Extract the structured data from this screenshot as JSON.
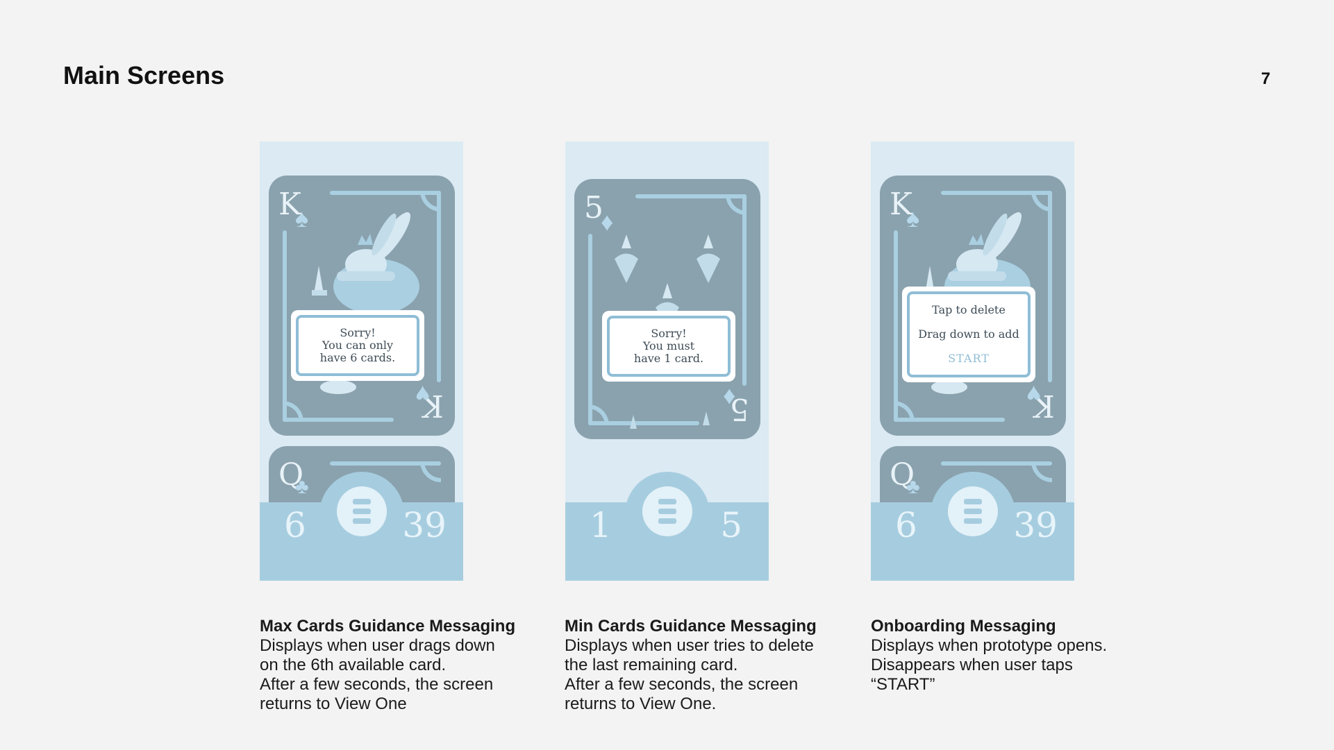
{
  "header": {
    "title": "Main Screens",
    "page_number": "7"
  },
  "screens": [
    {
      "card_rank": "K",
      "card_suit_top": "♠",
      "card_suit_bottom": "♥",
      "next_card_rank": "Q",
      "next_card_suit": "♣",
      "dialog": [
        "Sorry!",
        "You can only",
        "have 6 cards."
      ],
      "count_left": "6",
      "count_right": "39",
      "caption_title": "Max Cards Guidance Messaging",
      "caption_lines": [
        "Displays when user drags down",
        "on the 6th available card.",
        "After a few seconds, the screen",
        "returns to View One"
      ]
    },
    {
      "card_rank": "5",
      "card_suit_top": "♦",
      "card_suit_bottom": "♦",
      "dialog": [
        "Sorry!",
        "You must",
        "have 1 card."
      ],
      "count_left": "1",
      "count_right": "5",
      "caption_title": "Min Cards Guidance Messaging",
      "caption_lines": [
        "Displays when user tries to delete",
        "the last remaining card.",
        "After a few seconds, the screen",
        "returns to View One."
      ]
    },
    {
      "card_rank": "K",
      "card_suit_top": "♠",
      "card_suit_bottom": "♥",
      "next_card_rank": "Q",
      "next_card_suit": "♣",
      "dialog": [
        "Tap to delete",
        "Drag down to add"
      ],
      "start_label": "START",
      "count_left": "6",
      "count_right": "39",
      "caption_title": "Onboarding Messaging",
      "caption_lines": [
        "Displays when prototype opens.",
        "Disappears when user taps",
        "“START”"
      ]
    }
  ],
  "colors": {
    "background": "#f3f3f3",
    "phone_bg": "#dbeaf3",
    "card": "#8aa2ae",
    "accent": "#a6cddf",
    "dialog_border": "#8fbdd6"
  },
  "icons": {
    "menu": "menu-lines-icon",
    "rabbit": "rabbit-king-illustration",
    "carrot": "carrot-icon"
  }
}
